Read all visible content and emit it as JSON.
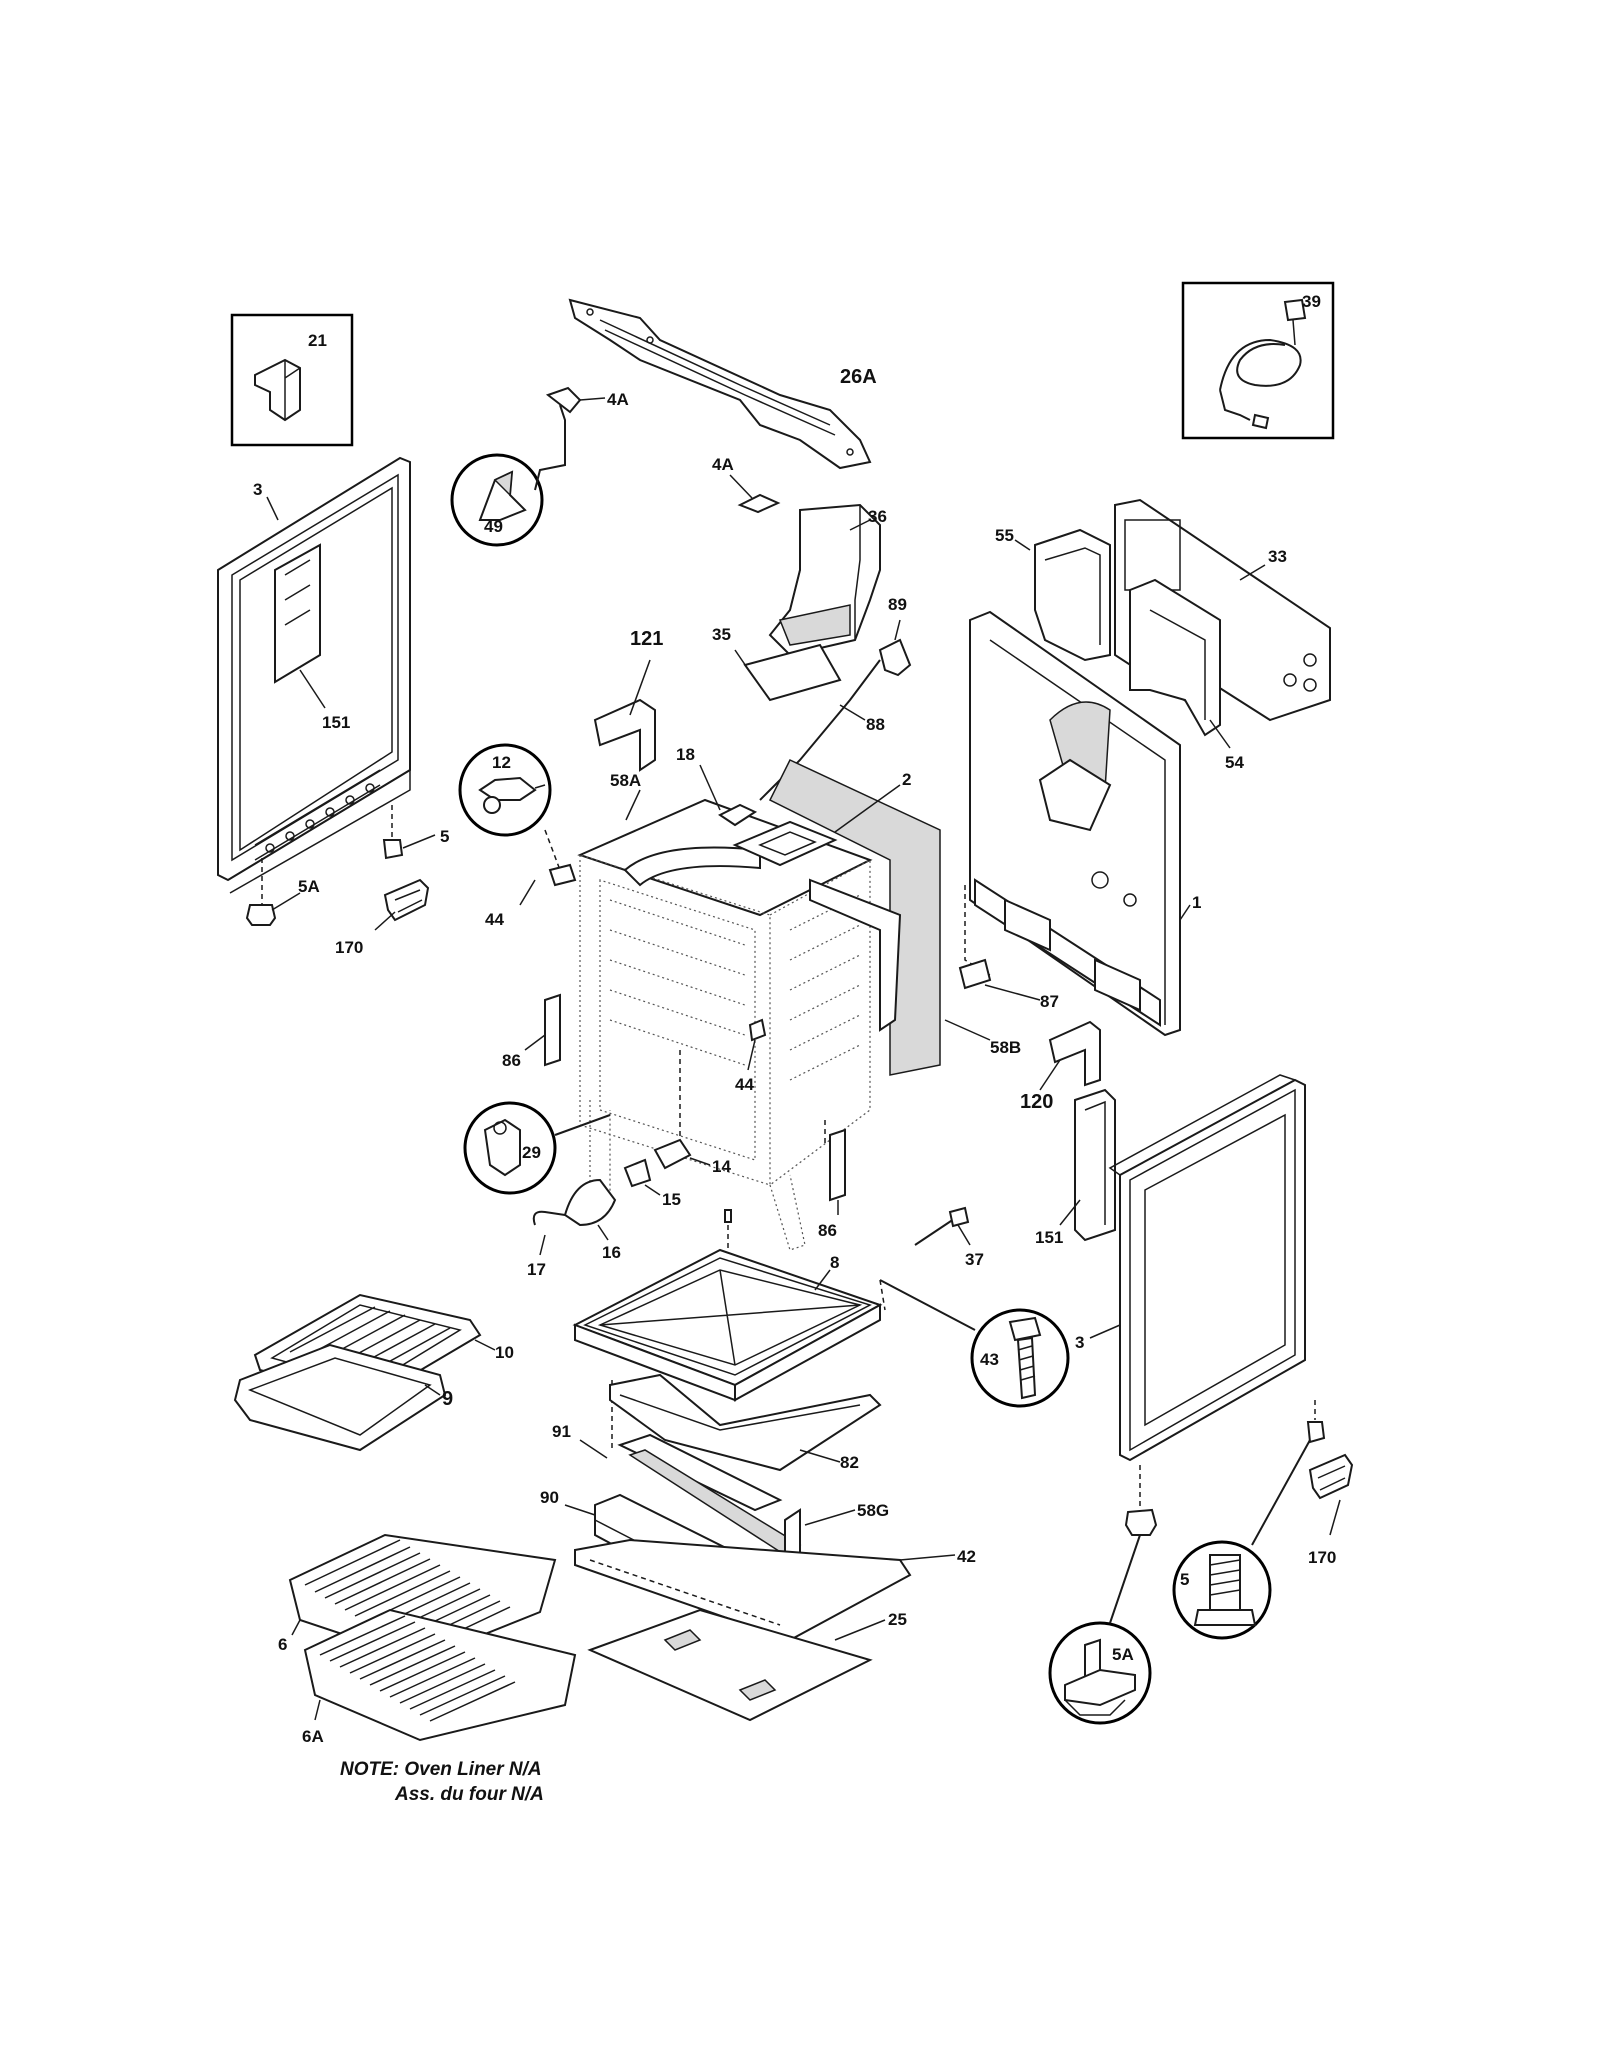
{
  "labels": {
    "p21": "21",
    "p3_left": "3",
    "p151_left": "151",
    "p5_left": "5",
    "p5a_left": "5A",
    "p170_left": "170",
    "p4a_top": "4A",
    "p49": "49",
    "p26a": "26A",
    "p4a_mid": "4A",
    "p36": "36",
    "p35": "35",
    "p89": "89",
    "p88": "88",
    "p121": "121",
    "p12": "12",
    "p18": "18",
    "p58a": "58A",
    "p2": "2",
    "p44_left": "44",
    "p44_mid": "44",
    "p39": "39",
    "p55": "55",
    "p33": "33",
    "p54": "54",
    "p1": "1",
    "p87": "87",
    "p58b": "58B",
    "p120": "120",
    "p86_left": "86",
    "p86_right": "86",
    "p29": "29",
    "p14": "14",
    "p15": "15",
    "p16": "16",
    "p17": "17",
    "p37": "37",
    "p151_right": "151",
    "p3_right": "3",
    "p8": "8",
    "p10": "10",
    "p9": "9",
    "p43": "43",
    "p82": "82",
    "p91": "91",
    "p90": "90",
    "p58g": "58G",
    "p42": "42",
    "p25": "25",
    "p6": "6",
    "p6a": "6A",
    "p5_right": "5",
    "p5a_right": "5A",
    "p170_right": "170"
  },
  "note": {
    "line1": "NOTE: Oven Liner N/A",
    "line2": "Ass. du four N/A"
  }
}
